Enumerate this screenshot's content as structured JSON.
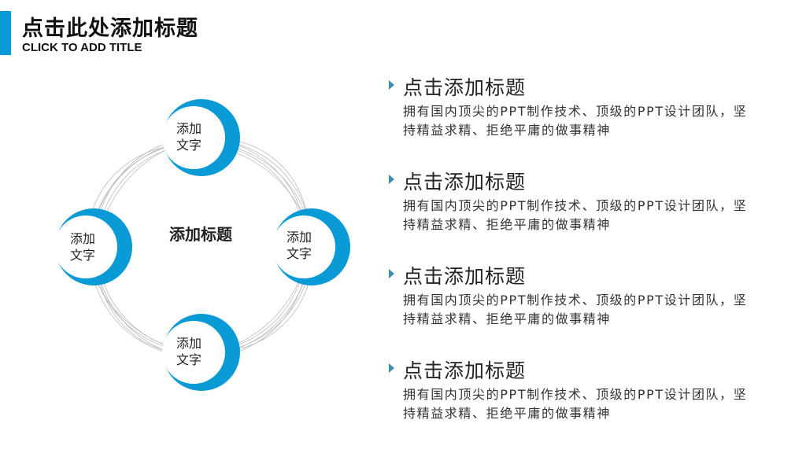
{
  "colors": {
    "accent": "#0a9ad6",
    "node_fill": "#ffffff",
    "ring": "#bcbcbc",
    "arrow": "#3a8fb7"
  },
  "header": {
    "title": "点击此处添加标题",
    "subtitle": "CLICK TO ADD TITLE"
  },
  "diagram": {
    "center_label": "添加标题",
    "nodes": [
      {
        "label_line1": "添加",
        "label_line2": "文字"
      },
      {
        "label_line1": "添加",
        "label_line2": "文字"
      },
      {
        "label_line1": "添加",
        "label_line2": "文字"
      },
      {
        "label_line1": "添加",
        "label_line2": "文字"
      }
    ]
  },
  "items": [
    {
      "title": "点击添加标题",
      "desc": "拥有国内顶尖的PPT制作技术、顶级的PPT设计团队，坚持精益求精、拒绝平庸的做事精神"
    },
    {
      "title": "点击添加标题",
      "desc": "拥有国内顶尖的PPT制作技术、顶级的PPT设计团队，坚持精益求精、拒绝平庸的做事精神"
    },
    {
      "title": "点击添加标题",
      "desc": "拥有国内顶尖的PPT制作技术、顶级的PPT设计团队，坚持精益求精、拒绝平庸的做事精神"
    },
    {
      "title": "点击添加标题",
      "desc": "拥有国内顶尖的PPT制作技术、顶级的PPT设计团队，坚持精益求精、拒绝平庸的做事精神"
    }
  ]
}
